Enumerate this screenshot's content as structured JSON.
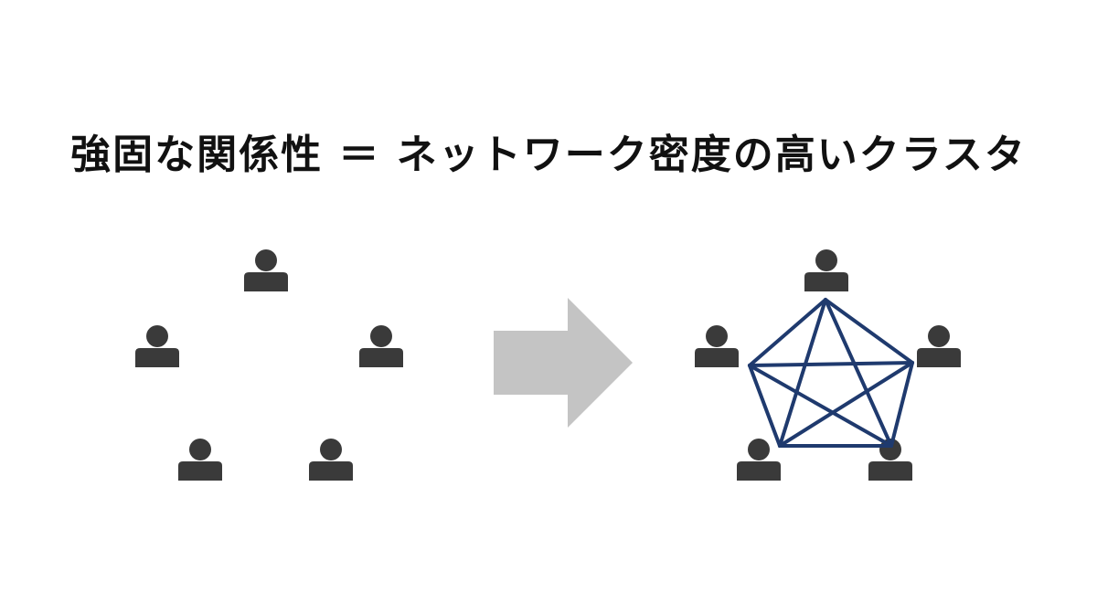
{
  "slide": {
    "title": "強固な関係性 ＝ ネットワーク密度の高いクラスタ"
  },
  "colors": {
    "person": "#3a3a3a",
    "arrow": "#c4c4c4",
    "network_edge": "#1f3a6e",
    "background": "#ffffff",
    "title": "#111111"
  },
  "left_group": {
    "person_count": 5,
    "connected": false
  },
  "transition": {
    "icon": "right-arrow-icon"
  },
  "right_group": {
    "person_count": 5,
    "connected": true,
    "edges": "complete-graph"
  }
}
